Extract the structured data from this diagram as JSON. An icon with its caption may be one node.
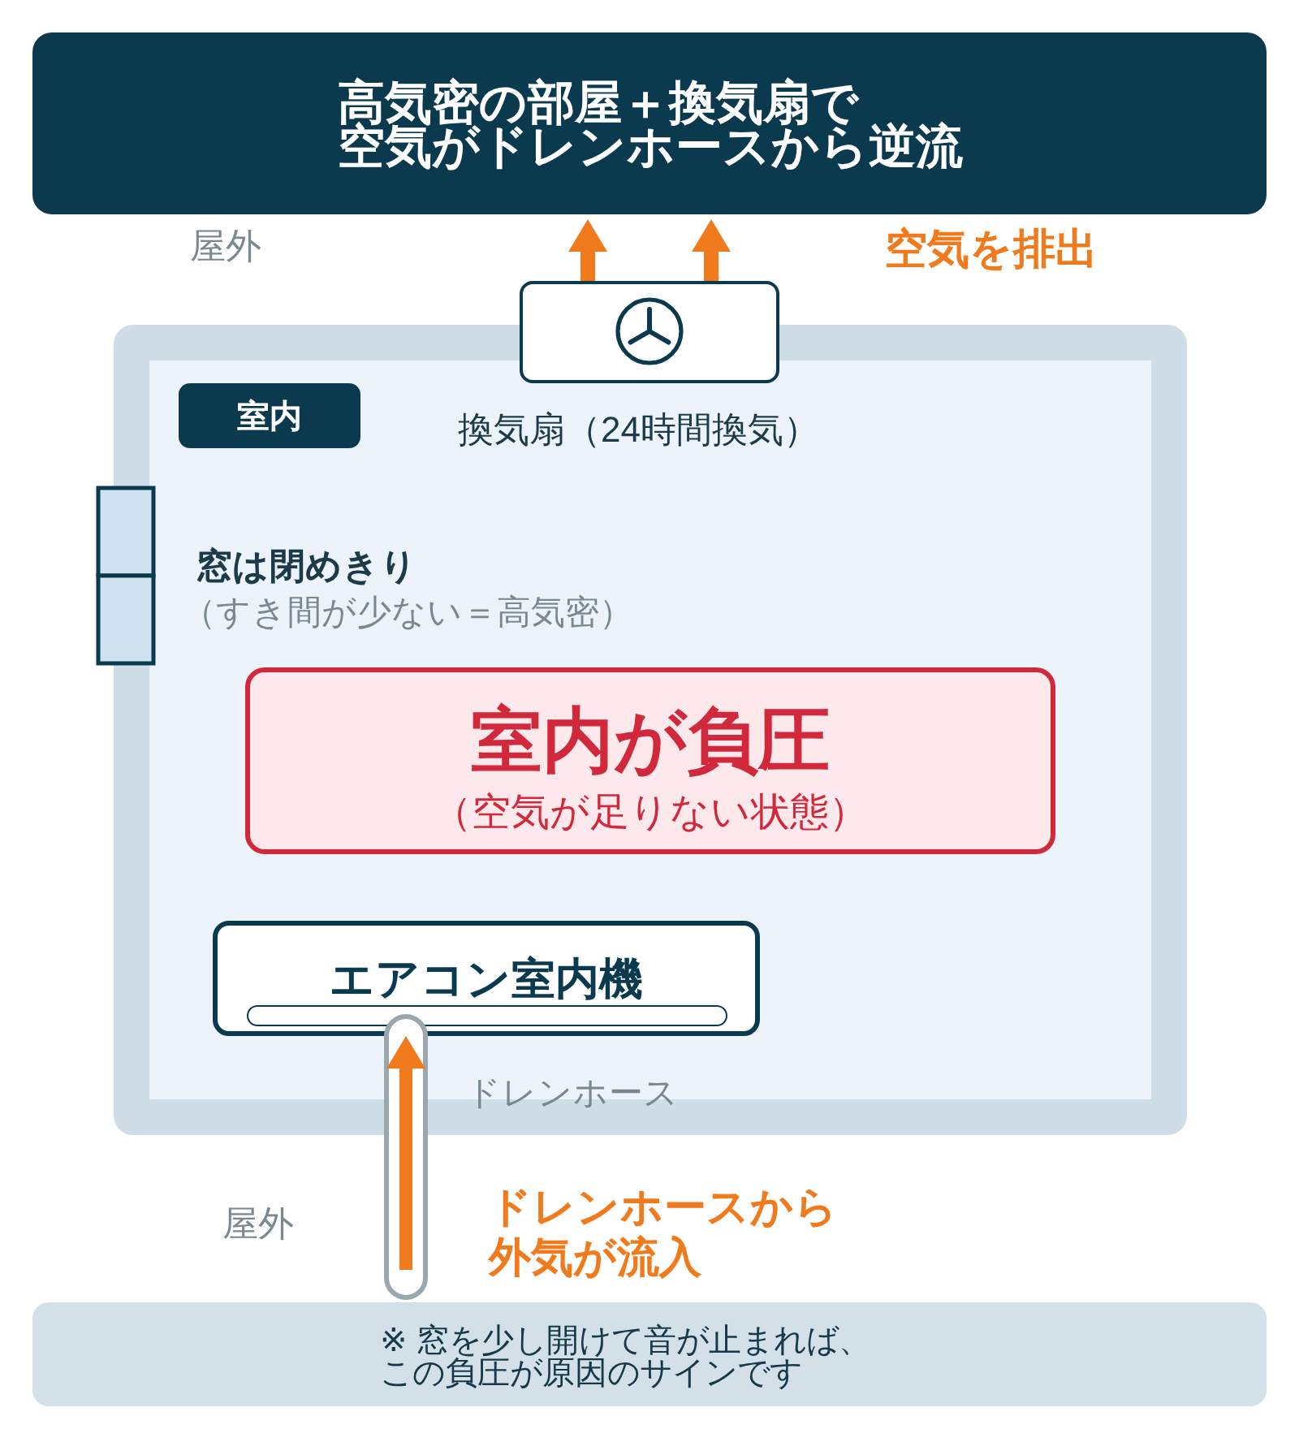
{
  "diagram": {
    "title": "高気密の部屋＋換気扇で空気がドレンホースから逆流",
    "nodes": [
      {
        "text": [],
        "shape": "box",
        "beside": [
          "換気扇（24時間換気）"
        ]
      },
      {
        "text": [],
        "shape": "box"
      },
      {
        "text": [
          "室内"
        ],
        "in": 1
      },
      {
        "text": [
          "室内が負圧",
          "（空気が足りない状態）"
        ],
        "in": 1
      },
      {
        "text": [
          "エアコン室内機"
        ],
        "in": 1
      },
      {
        "text": [],
        "shape": "bar",
        "in": 4
      },
      {
        "text": [
          "※ 窓を少し開けて音が止まれば、この負圧が原因のサインです"
        ]
      }
    ],
    "edges": [
      {
        "from": 0,
        "to": null,
        "arrow": "to"
      },
      {
        "from": 0,
        "to": null,
        "arrow": "to"
      },
      {
        "from": null,
        "to": 4,
        "arrow": "to"
      }
    ],
    "labels": [
      "屋外",
      "空気を排出",
      "窓は閉めきり",
      "（すき間が少ない＝高気密）",
      "ドレンホース",
      "屋外",
      "ドレンホースから外気が流入"
    ]
  }
}
